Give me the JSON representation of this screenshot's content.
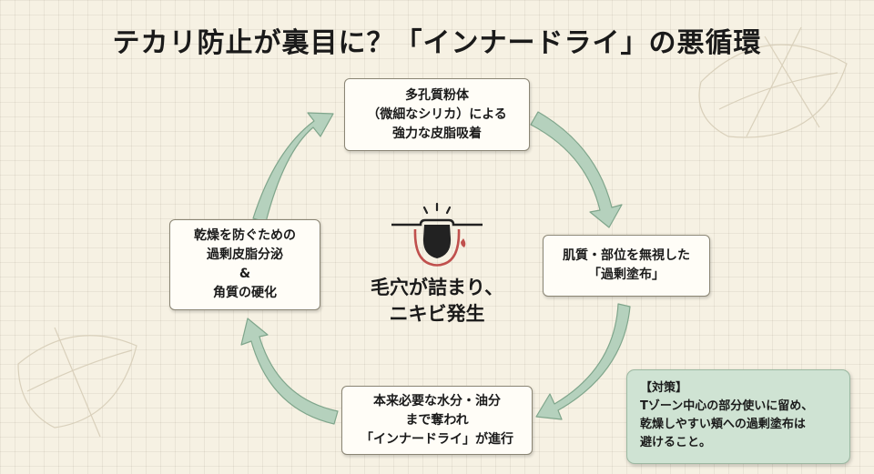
{
  "title": "テカリ防止が裏目に？「インナードライ」の悪循環",
  "cycle": [
    {
      "lines": [
        "多孔質粉体",
        "（微細なシリカ）による",
        "強力な皮脂吸着"
      ]
    },
    {
      "lines": [
        "肌質・部位を無視した",
        "「過剰塗布」"
      ]
    },
    {
      "lines": [
        "本来必要な水分・油分",
        "まで奪われ",
        "「インナードライ」が進行"
      ]
    },
    {
      "lines": [
        "乾燥を防ぐための",
        "過剰皮脂分泌",
        "&",
        "角質の硬化"
      ]
    }
  ],
  "center": {
    "lines": [
      "毛穴が詰まり、",
      "ニキビ発生"
    ],
    "icon": "clogged-pore-icon"
  },
  "note": {
    "heading": "【対策】",
    "lines": [
      "Tゾーン中心の部分使いに留め、",
      "乾燥しやすい頬への過剰塗布は",
      "避けること。"
    ]
  },
  "colors": {
    "arrow": "#b5d1bd",
    "arrow_stroke": "#7fa58b",
    "note_bg": "#cfe3d3",
    "icon_red": "#c0504d"
  }
}
